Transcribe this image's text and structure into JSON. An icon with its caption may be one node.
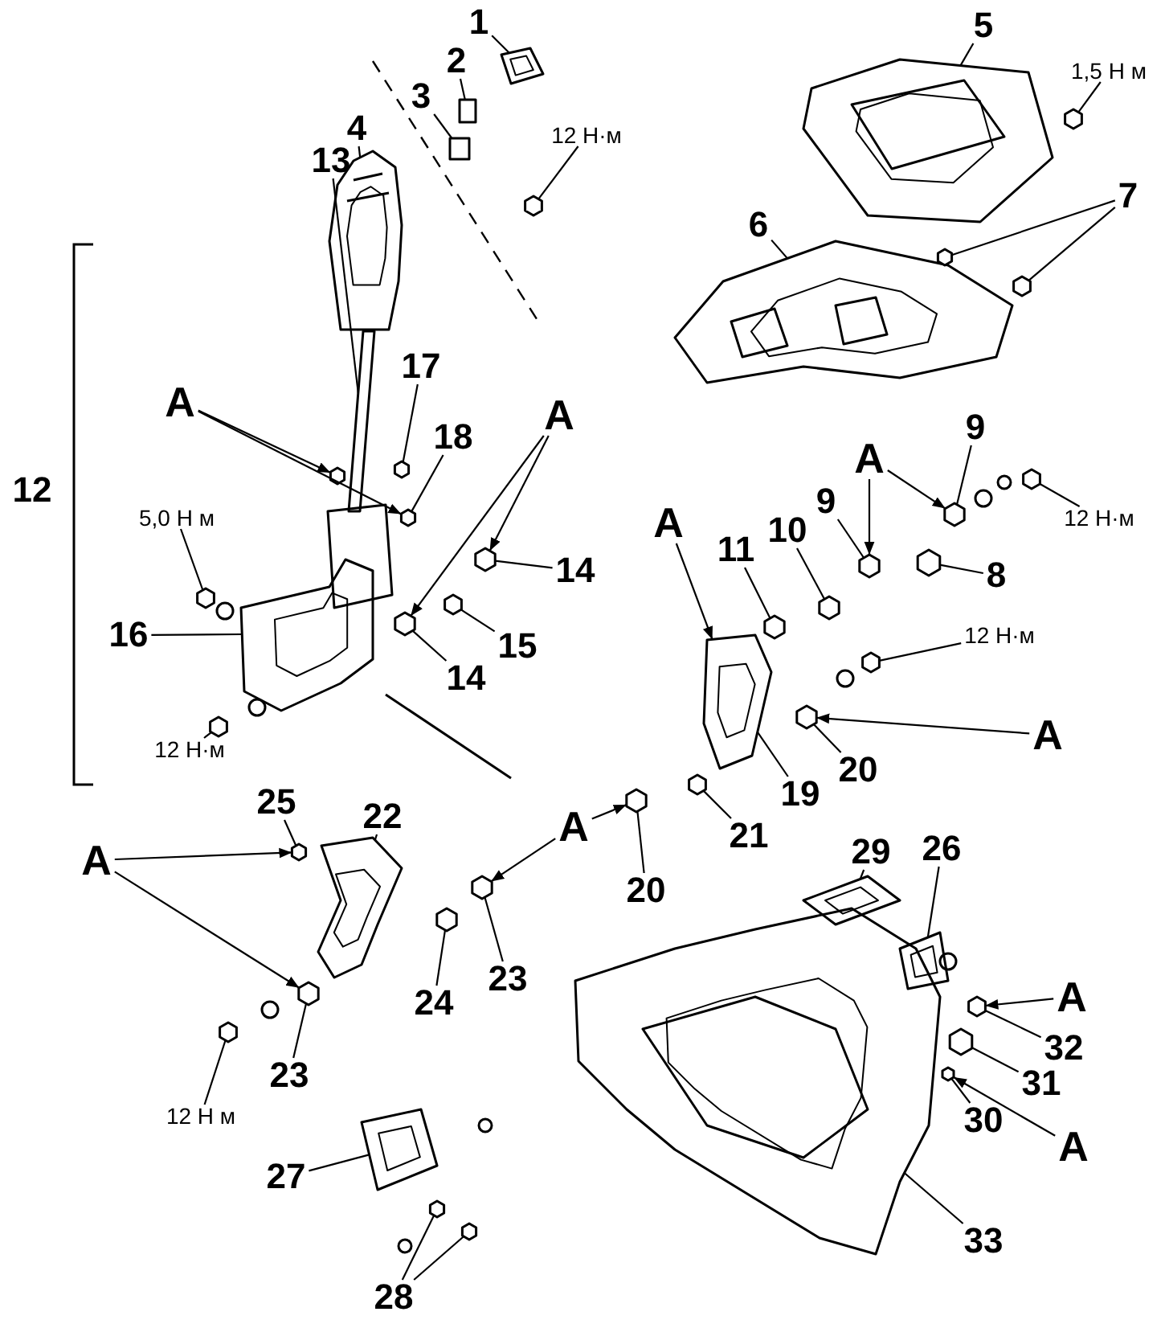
{
  "diagram": {
    "nodes": [
      {
        "text": [
          "1"
        ]
      },
      {
        "text": [
          "2"
        ]
      },
      {
        "text": [
          "3"
        ]
      },
      {
        "text": [
          "12 Н·м"
        ]
      },
      {
        "text": [
          "5"
        ]
      },
      {
        "text": [
          "1,5 Н м"
        ]
      },
      {
        "text": [
          "4"
        ]
      },
      {
        "text": [
          "7"
        ]
      },
      {
        "text": [
          "6"
        ]
      },
      {
        "text": [
          "13"
        ]
      },
      {
        "text": [
          "17"
        ]
      },
      {
        "text": [
          "A"
        ]
      },
      {
        "text": [
          "18"
        ]
      },
      {
        "text": [
          "A"
        ]
      },
      {
        "text": [
          "5,0 Н м"
        ]
      },
      {
        "text": [
          "14"
        ]
      },
      {
        "text": [
          "16"
        ]
      },
      {
        "text": [
          "15"
        ]
      },
      {
        "text": [
          "14"
        ]
      },
      {
        "text": [
          "12 Н·м"
        ]
      },
      {
        "text": [
          "A"
        ]
      },
      {
        "text": [
          "11"
        ]
      },
      {
        "text": [
          "10"
        ]
      },
      {
        "text": [
          "9"
        ]
      },
      {
        "text": [
          "A"
        ]
      },
      {
        "text": [
          "9"
        ]
      },
      {
        "text": [
          "8"
        ]
      },
      {
        "text": [
          "12 Н·м"
        ]
      },
      {
        "text": [
          "12 Н·м"
        ]
      },
      {
        "text": [
          "A"
        ]
      },
      {
        "text": [
          "20"
        ]
      },
      {
        "text": [
          "19"
        ]
      },
      {
        "text": [
          "21"
        ]
      },
      {
        "text": [
          "A"
        ]
      },
      {
        "text": [
          "22"
        ]
      },
      {
        "text": [
          "25"
        ]
      },
      {
        "text": [
          "20"
        ]
      },
      {
        "text": [
          "A"
        ]
      },
      {
        "text": [
          "29"
        ]
      },
      {
        "text": [
          "26"
        ]
      },
      {
        "text": [
          "23"
        ]
      },
      {
        "text": [
          "24"
        ]
      },
      {
        "text": [
          "A"
        ]
      },
      {
        "text": [
          "32"
        ]
      },
      {
        "text": [
          "23"
        ]
      },
      {
        "text": [
          "31"
        ]
      },
      {
        "text": [
          "30"
        ]
      },
      {
        "text": [
          "A"
        ]
      },
      {
        "text": [
          "12 Н м"
        ]
      },
      {
        "text": [
          "27"
        ]
      },
      {
        "text": [
          "33"
        ]
      },
      {
        "text": [
          "28"
        ]
      },
      {
        "text": [],
        "shape": "picture"
      },
      {
        "text": [],
        "shape": "box"
      },
      {
        "text": [],
        "shape": "box"
      },
      {
        "text": [],
        "shape": "hexagon"
      },
      {
        "text": [],
        "shape": "picture"
      },
      {
        "text": [],
        "shape": "hexagon"
      },
      {
        "text": [],
        "shape": "picture"
      },
      {
        "text": [],
        "shape": "picture"
      },
      {
        "text": [],
        "shape": "hexagon"
      },
      {
        "text": [],
        "shape": "hexagon"
      },
      {
        "text": [],
        "shape": "bar"
      },
      {
        "text": [],
        "shape": "hexagon"
      },
      {
        "text": [],
        "shape": "hexagon"
      },
      {
        "text": [],
        "shape": "hexagon"
      },
      {
        "text": [],
        "shape": "hexagon"
      },
      {
        "text": [],
        "shape": "hexagon"
      },
      {
        "text": [],
        "shape": "hexagon"
      },
      {
        "text": [],
        "shape": "hexagon"
      },
      {
        "text": [],
        "shape": "picture"
      },
      {
        "text": [],
        "shape": "hexagon"
      },
      {
        "text": [],
        "shape": "hexagon"
      },
      {
        "text": [],
        "shape": "hexagon"
      },
      {
        "text": [],
        "shape": "hexagon"
      },
      {
        "text": [],
        "shape": "hexagon"
      },
      {
        "text": [],
        "shape": "hexagon"
      },
      {
        "text": [],
        "shape": "hexagon"
      },
      {
        "text": [],
        "shape": "hexagon"
      },
      {
        "text": [],
        "shape": "picture"
      },
      {
        "text": [],
        "shape": "hexagon"
      },
      {
        "text": [],
        "shape": "hexagon"
      },
      {
        "text": [],
        "shape": "hexagon"
      },
      {
        "text": [],
        "shape": "picture"
      },
      {
        "text": [],
        "shape": "hexagon"
      },
      {
        "text": [],
        "shape": "hexagon"
      },
      {
        "text": [],
        "shape": "hexagon"
      },
      {
        "text": [],
        "shape": "picture"
      },
      {
        "text": [],
        "shape": "picture"
      },
      {
        "text": [],
        "shape": "hexagon"
      },
      {
        "text": [],
        "shape": "hexagon"
      },
      {
        "text": [],
        "shape": "hexagon"
      },
      {
        "text": [],
        "shape": "hexagon"
      },
      {
        "text": [],
        "shape": "hexagon"
      },
      {
        "text": [],
        "shape": "picture"
      },
      {
        "text": [],
        "shape": "picture"
      },
      {
        "text": [],
        "shape": "hexagon"
      },
      {
        "text": [],
        "shape": "hexagon"
      }
    ],
    "edges": [
      {
        "from": 0,
        "to": 52,
        "arrow": "none"
      },
      {
        "from": 1,
        "to": 53,
        "arrow": "none"
      },
      {
        "from": 2,
        "to": 54,
        "arrow": "none"
      },
      {
        "from": 3,
        "to": 55,
        "arrow": "none"
      },
      {
        "from": 4,
        "to": 56,
        "arrow": "none"
      },
      {
        "from": 5,
        "to": 57,
        "arrow": "none"
      },
      {
        "from": 6,
        "to": 58,
        "arrow": "none"
      },
      {
        "from": 7,
        "to": 60,
        "arrow": "none"
      },
      {
        "from": 7,
        "to": 61,
        "arrow": "none"
      },
      {
        "from": 8,
        "to": 59,
        "arrow": "none"
      },
      {
        "from": 9,
        "to": 62,
        "arrow": "none"
      },
      {
        "from": 10,
        "to": 64,
        "arrow": "none"
      },
      {
        "from": 11,
        "to": 63,
        "arrow": "to"
      },
      {
        "from": 11,
        "to": 65,
        "arrow": "to"
      },
      {
        "from": 12,
        "to": 65,
        "arrow": "none"
      },
      {
        "from": 13,
        "to": 68,
        "arrow": "to"
      },
      {
        "from": 13,
        "to": 67,
        "arrow": "to"
      },
      {
        "from": 14,
        "to": 66,
        "arrow": "none"
      },
      {
        "from": 15,
        "to": 67,
        "arrow": "none"
      },
      {
        "from": 16,
        "to": 70,
        "arrow": "none"
      },
      {
        "from": 17,
        "to": 69,
        "arrow": "none"
      },
      {
        "from": 18,
        "to": 68,
        "arrow": "none"
      },
      {
        "from": 19,
        "to": 71,
        "arrow": "none"
      },
      {
        "from": 20,
        "to": 79,
        "arrow": "to"
      },
      {
        "from": 21,
        "to": 72,
        "arrow": "none"
      },
      {
        "from": 22,
        "to": 73,
        "arrow": "none"
      },
      {
        "from": 23,
        "to": 74,
        "arrow": "none"
      },
      {
        "from": 24,
        "to": 74,
        "arrow": "to"
      },
      {
        "from": 24,
        "to": 75,
        "arrow": "to"
      },
      {
        "from": 25,
        "to": 75,
        "arrow": "none"
      },
      {
        "from": 26,
        "to": 76,
        "arrow": "none"
      },
      {
        "from": 27,
        "to": 77,
        "arrow": "none"
      },
      {
        "from": 28,
        "to": 78,
        "arrow": "none"
      },
      {
        "from": 29,
        "to": 80,
        "arrow": "to"
      },
      {
        "from": 30,
        "to": 80,
        "arrow": "none"
      },
      {
        "from": 31,
        "to": 79,
        "arrow": "none"
      },
      {
        "from": 32,
        "to": 81,
        "arrow": "none"
      },
      {
        "from": 33,
        "to": 82,
        "arrow": "to"
      },
      {
        "from": 33,
        "to": 85,
        "arrow": "to"
      },
      {
        "from": 34,
        "to": 83,
        "arrow": "none"
      },
      {
        "from": 35,
        "to": 84,
        "arrow": "none"
      },
      {
        "from": 36,
        "to": 82,
        "arrow": "none"
      },
      {
        "from": 37,
        "to": 84,
        "arrow": "to"
      },
      {
        "from": 37,
        "to": 90,
        "arrow": "to"
      },
      {
        "from": 38,
        "to": 87,
        "arrow": "none"
      },
      {
        "from": 39,
        "to": 88,
        "arrow": "none"
      },
      {
        "from": 40,
        "to": 85,
        "arrow": "none"
      },
      {
        "from": 41,
        "to": 86,
        "arrow": "none"
      },
      {
        "from": 42,
        "to": 89,
        "arrow": "to"
      },
      {
        "from": 43,
        "to": 89,
        "arrow": "none"
      },
      {
        "from": 44,
        "to": 90,
        "arrow": "none"
      },
      {
        "from": 45,
        "to": 91,
        "arrow": "none"
      },
      {
        "from": 46,
        "to": 92,
        "arrow": "none"
      },
      {
        "from": 47,
        "to": 92,
        "arrow": "to"
      },
      {
        "from": 48,
        "to": 93,
        "arrow": "none"
      },
      {
        "from": 49,
        "to": 94,
        "arrow": "none"
      },
      {
        "from": 50,
        "to": 95,
        "arrow": "none"
      },
      {
        "from": 51,
        "to": 96,
        "arrow": "none"
      },
      {
        "from": 51,
        "to": 97,
        "arrow": "none"
      }
    ],
    "labels": [
      "12"
    ]
  }
}
